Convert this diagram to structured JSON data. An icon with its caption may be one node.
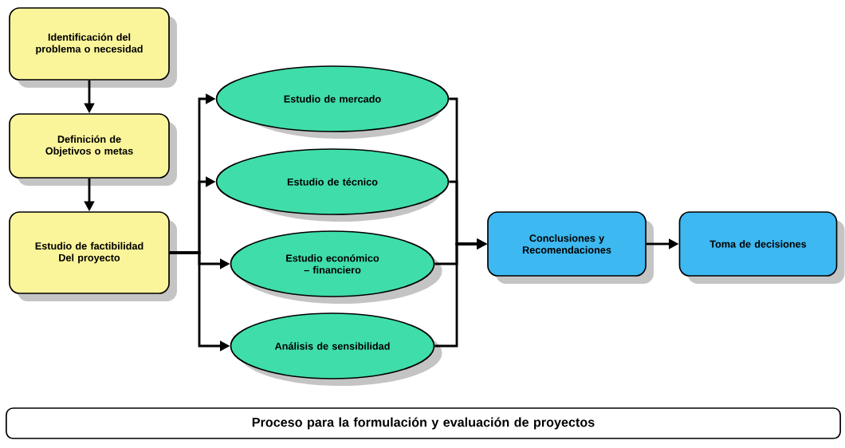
{
  "diagram": {
    "nodes": [
      {
        "text": [
          "Identificación del problema o necesidad"
        ]
      },
      {
        "text": [
          "Definición de Objetivos o metas"
        ]
      },
      {
        "text": [
          "Estudio de factibilidad Del proyecto"
        ]
      },
      {
        "text": [
          "Estudio de mercado"
        ]
      },
      {
        "text": [
          "Estudio de técnico"
        ]
      },
      {
        "text": [
          "Estudio económico – financiero"
        ]
      },
      {
        "text": [
          "Análisis de sensibilidad"
        ]
      },
      {
        "text": [
          "Conclusiones y Recomendaciones"
        ]
      },
      {
        "text": [
          "Toma de decisiones"
        ]
      },
      {
        "text": [
          "Proceso para la formulación y evaluación de proyectos"
        ]
      }
    ],
    "edges": [
      {
        "from": 0,
        "to": 1,
        "arrow": "to"
      },
      {
        "from": 1,
        "to": 2,
        "arrow": "to"
      },
      {
        "from": 2,
        "to": 3,
        "arrow": "to"
      },
      {
        "from": 2,
        "to": 4,
        "arrow": "to"
      },
      {
        "from": 2,
        "to": 5,
        "arrow": "to"
      },
      {
        "from": 2,
        "to": 6,
        "arrow": "to"
      },
      {
        "from": 3,
        "to": 7,
        "arrow": "to"
      },
      {
        "from": 4,
        "to": 7,
        "arrow": "to"
      },
      {
        "from": 5,
        "to": 7,
        "arrow": "to"
      },
      {
        "from": 6,
        "to": 7,
        "arrow": "to"
      },
      {
        "from": 7,
        "to": 8,
        "arrow": "to"
      }
    ]
  }
}
